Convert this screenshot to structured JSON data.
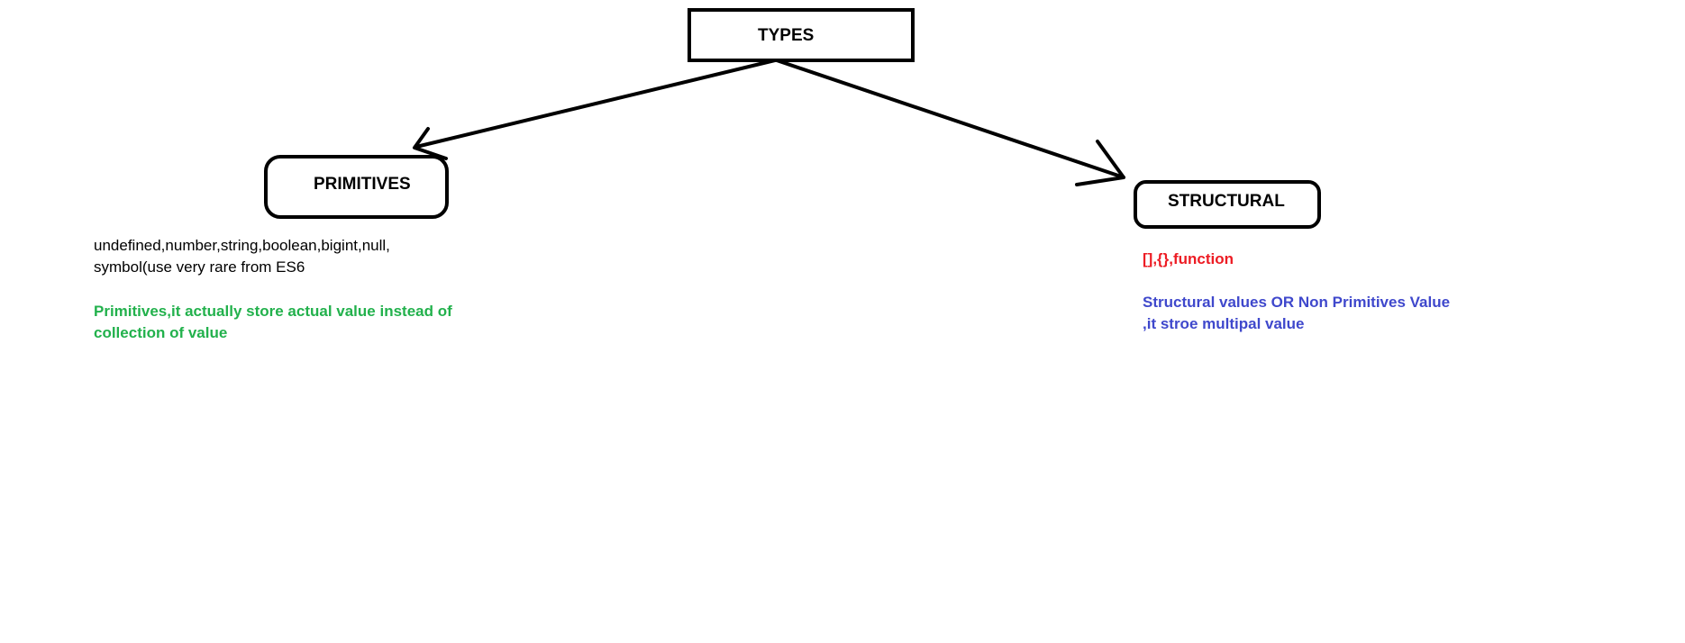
{
  "nodes": {
    "root": {
      "label": "TYPES"
    },
    "left": {
      "label": "PRIMITIVES"
    },
    "right": {
      "label": "STRUCTURAL"
    }
  },
  "primitives": {
    "examples_line1": "undefined,number,string,boolean,bigint,null,",
    "examples_line2": "symbol(use very rare from ES6",
    "note_line1": "Primitives,it actually store actual value instead of",
    "note_line2": "collection of value"
  },
  "structural": {
    "examples": "[],{},function",
    "note_line1": "Structural values OR Non Primitives Value",
    "note_line2": ",it stroe multipal value"
  },
  "colors": {
    "ink": "#000000",
    "primitives_note": "#22b14c",
    "structural_examples": "#ed1c24",
    "structural_note": "#3f48cc"
  }
}
